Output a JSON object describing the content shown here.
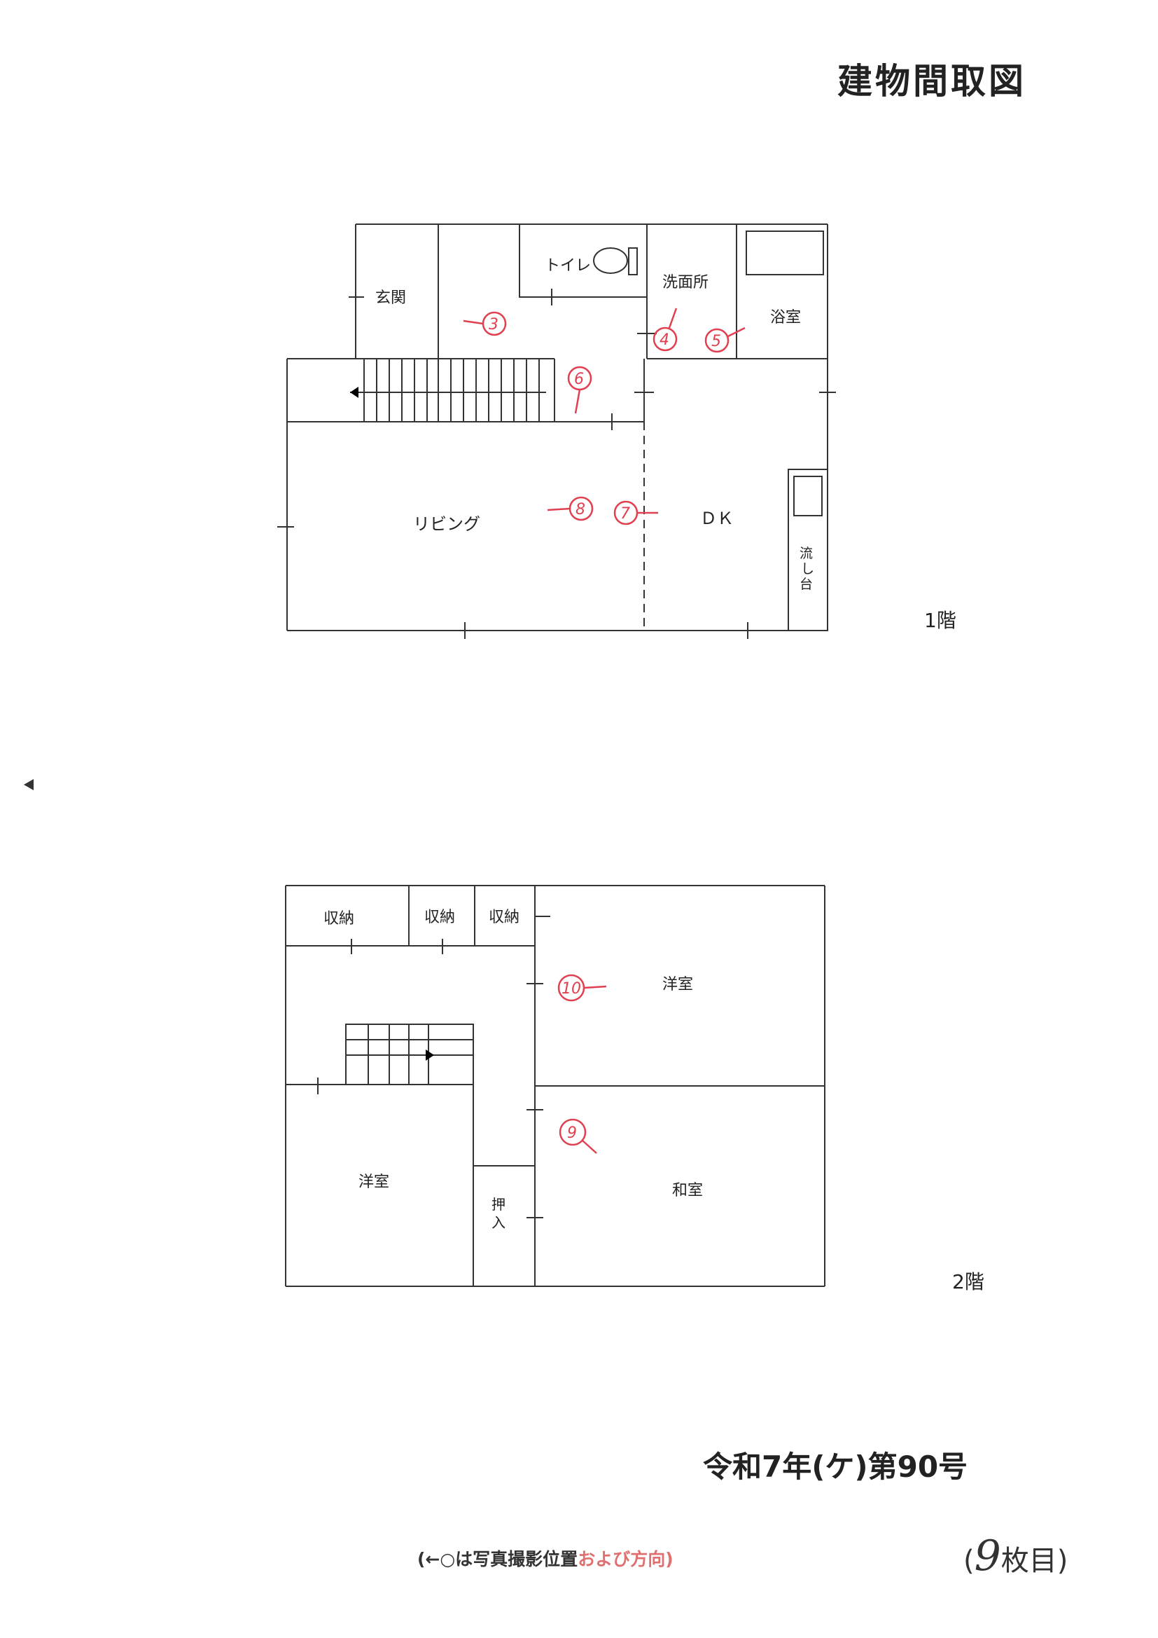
{
  "title": "建物間取図",
  "floor1": {
    "label": "1階",
    "rooms": {
      "genkan": "玄関",
      "toilet": "トイレ",
      "senmen": "洗面所",
      "yokushitsu": "浴室",
      "living": "リビング",
      "dk": "ＤＫ",
      "nagashi": [
        "流",
        "し",
        "台"
      ]
    },
    "markers": [
      "3",
      "4",
      "5",
      "6",
      "7",
      "8"
    ]
  },
  "floor2": {
    "label": "2階",
    "rooms": {
      "shuno1": "収納",
      "shuno2": "収納",
      "shuno3": "収納",
      "yoshitsu_top": "洋室",
      "yoshitsu_left": "洋室",
      "washitsu": "和室",
      "oshiire": [
        "押",
        "入"
      ]
    },
    "markers": [
      "9",
      "10"
    ]
  },
  "case_number": "令和7年(ケ)第90号",
  "legend": {
    "prefix": "(←○は写真撮影位置",
    "suffix": "および方向)"
  },
  "sheet": {
    "open": "(",
    "number": "9",
    "suffix": "枚目)"
  },
  "colors": {
    "marker": "#e04050",
    "line": "#333333"
  }
}
